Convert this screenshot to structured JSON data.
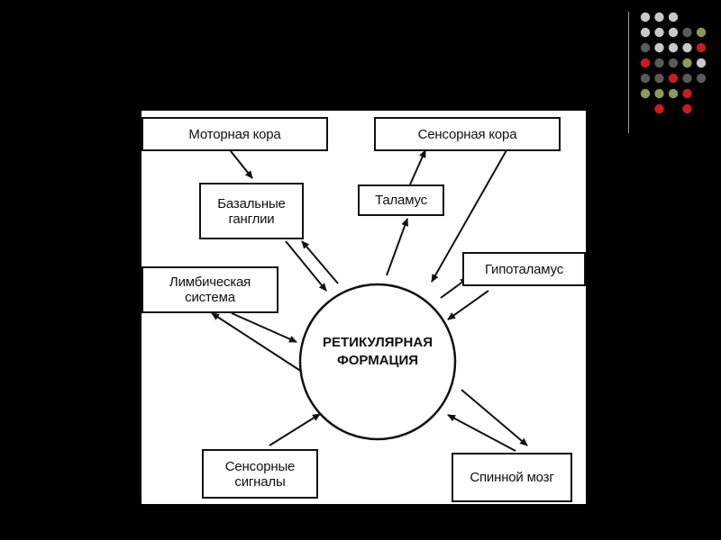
{
  "diagram": {
    "center": {
      "line1": "РЕТИКУЛЯРНАЯ",
      "line2": "ФОРМАЦИЯ"
    },
    "nodes": {
      "motor_cortex": "Моторная кора",
      "sensory_cortex": "Сенсорная кора",
      "basal_ganglia": "Базальные\nганглии",
      "thalamus": "Таламус",
      "hypothalamus": "Гипоталамус",
      "limbic_system": "Лимбическая\nсистема",
      "sensory_signals": "Сенсорные\nсигналы",
      "spinal_cord": "Спинной мозг"
    }
  },
  "decoration": {
    "dot_colors": {
      "light_gray": "#c8c8c8",
      "dark_gray": "#5a5a5a",
      "olive": "#8a9a5b",
      "red": "#c41e1e"
    }
  }
}
